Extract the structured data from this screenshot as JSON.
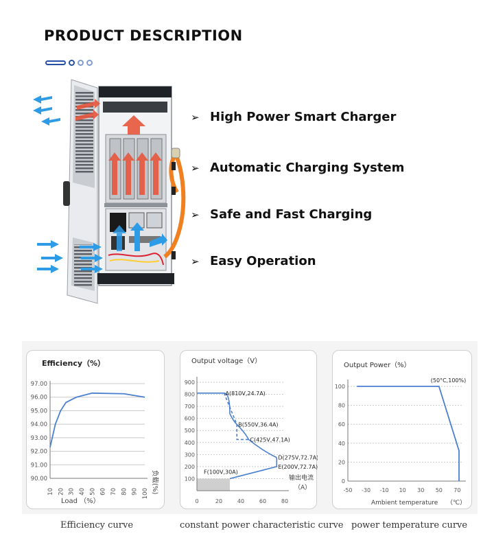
{
  "header": {
    "title": "PRODUCT  DESCRIPTION"
  },
  "product": {
    "image_subject": "charging-cabinet-illustration"
  },
  "features": [
    {
      "marker": "➢",
      "label": "High Power Smart Charger"
    },
    {
      "marker": "➢",
      "label": "Automatic Charging System"
    },
    {
      "marker": "➢",
      "label": "Safe and Fast Charging"
    },
    {
      "marker": "➢",
      "label": "Easy Operation"
    }
  ],
  "colors": {
    "curve": "#4a7fd0",
    "grid": "#c8c8c8",
    "airflow_in": "#2d9be6",
    "airflow_out": "#e53b2a",
    "cable": "#f08020"
  },
  "chart_data": [
    {
      "type": "line",
      "title": "Efficiency（%）",
      "xlabel": "Load （%）",
      "ylabel": "",
      "x_axis_side_label": "负载(%)",
      "x_ticks": [
        "10",
        "20",
        "30",
        "40",
        "50",
        "60",
        "70",
        "80",
        "90",
        "100"
      ],
      "y_ticks": [
        "90.00",
        "91.00",
        "92.00",
        "93.00",
        "94.00",
        "95.00",
        "96.00",
        "97.00"
      ],
      "xlim": [
        10,
        100
      ],
      "ylim": [
        90,
        97
      ],
      "grid": true,
      "series": [
        {
          "x": [
            10,
            15,
            20,
            25,
            35,
            50,
            80,
            100
          ],
          "y": [
            92.3,
            94.0,
            95.0,
            95.6,
            96.0,
            96.3,
            96.25,
            96.0
          ]
        }
      ],
      "caption": "Efficiency curve"
    },
    {
      "type": "line",
      "title": "Output voltage（V）",
      "xlabel": "输出电流",
      "x_unit": "（A）",
      "x_ticks": [
        "0",
        "20",
        "40",
        "60",
        "80"
      ],
      "y_ticks": [
        "100",
        "200",
        "300",
        "400",
        "500",
        "600",
        "700",
        "800",
        "900"
      ],
      "xlim": [
        0,
        80
      ],
      "ylim": [
        0,
        900
      ],
      "grid": true,
      "series": [
        {
          "name": "",
          "x": [
            0,
            24.7,
            30,
            36.4,
            47.1,
            72.7
          ],
          "y": [
            810,
            810,
            640,
            550,
            425,
            275
          ]
        },
        {
          "name": "",
          "x": [
            24.7,
            36.4,
            36.4,
            47.1
          ],
          "y": [
            810,
            550,
            425,
            425
          ]
        },
        {
          "name": "",
          "x": [
            72.7,
            72.7,
            30
          ],
          "y": [
            275,
            200,
            100
          ]
        }
      ],
      "annotations": [
        {
          "text": "A(810V,24.7A)",
          "x": 24.7,
          "y": 810
        },
        {
          "text": "B(550V,36.4A)",
          "x": 36.4,
          "y": 550
        },
        {
          "text": "C(425V,47.1A)",
          "x": 47.1,
          "y": 425
        },
        {
          "text": "D(275V,72.7A)",
          "x": 72.7,
          "y": 275
        },
        {
          "text": "E(200V,72.7A)",
          "x": 72.7,
          "y": 200
        },
        {
          "text": "F(100V,30A)",
          "x": 30,
          "y": 100
        }
      ],
      "shaded_region": {
        "x": [
          0,
          30
        ],
        "y": [
          0,
          100
        ]
      },
      "caption": "constant power characteristic curve"
    },
    {
      "type": "line",
      "title": "Output Power（%）",
      "xlabel": "Ambient temperature",
      "x_unit": "（℃）",
      "x_ticks": [
        "-50",
        "-30",
        "-10",
        "10",
        "30",
        "50",
        "70"
      ],
      "y_ticks": [
        "0",
        "20",
        "40",
        "60",
        "80",
        "100"
      ],
      "xlim": [
        -50,
        75
      ],
      "ylim": [
        0,
        100
      ],
      "grid": true,
      "series": [
        {
          "x": [
            -40,
            50,
            72,
            72
          ],
          "y": [
            100,
            100,
            32,
            0
          ]
        }
      ],
      "annotations": [
        {
          "text": "(50°C,100%)",
          "x": 50,
          "y": 100
        }
      ],
      "caption": "power temperature curve"
    }
  ]
}
